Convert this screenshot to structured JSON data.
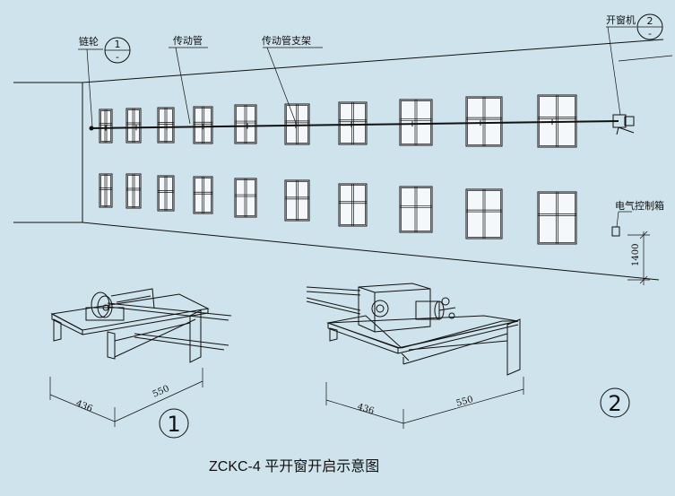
{
  "labels": {
    "sprocket": "链轮",
    "drive_tube": "传动管",
    "drive_tube_bracket": "传动管支架",
    "window_opener": "开窗机",
    "control_box": "电气控制箱",
    "height_dim": "1400"
  },
  "callouts": {
    "c1_number": "1",
    "c1_sub": "-",
    "c2_number": "2",
    "c2_sub": "-"
  },
  "detail1": {
    "dim_a": "436",
    "dim_b": "550",
    "marker": "1"
  },
  "detail2": {
    "dim_a": "436",
    "dim_b": "550",
    "marker": "2"
  },
  "caption": "ZCKC-4 平开窗开启示意图",
  "colors": {
    "background": "#cfe3ec",
    "line": "#111111"
  }
}
